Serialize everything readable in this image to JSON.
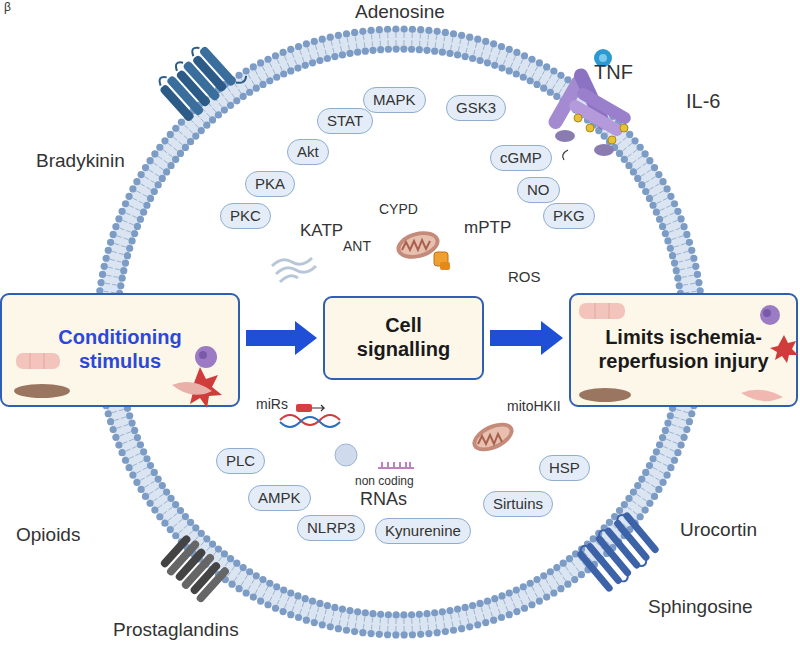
{
  "diagram": {
    "nodes": [
      {
        "text": [
          "PKC"
        ]
      },
      {
        "text": [
          "PKA"
        ]
      },
      {
        "text": [
          "Akt"
        ]
      },
      {
        "text": [
          "STAT"
        ]
      },
      {
        "text": [
          "MAPK"
        ]
      },
      {
        "text": [
          "GSK3"
        ]
      },
      {
        "text": [
          "cGMP"
        ]
      },
      {
        "text": [
          "NO"
        ]
      },
      {
        "text": [
          "PKG"
        ]
      },
      {
        "text": [
          "Conditioning stimulus"
        ]
      },
      {
        "text": [
          "Cell signalling"
        ]
      },
      {
        "text": [
          "Limits ischemia-reperfusion injury"
        ]
      },
      {
        "text": [
          "PLC"
        ]
      },
      {
        "text": [
          "AMPK"
        ]
      },
      {
        "text": [
          "NLRP3"
        ]
      },
      {
        "text": [
          "Kynurenine"
        ]
      },
      {
        "text": [
          "Sirtuins"
        ]
      },
      {
        "text": [
          "HSP"
        ]
      }
    ],
    "edges": [
      {
        "from": 9,
        "to": 10,
        "arrow": "to"
      },
      {
        "from": 10,
        "to": 11,
        "arrow": "to"
      }
    ],
    "labels": [
      "β",
      "Adenosine",
      "TNF",
      "IL-6",
      "Bradykinin",
      "Opioids",
      "Prostaglandins",
      "Sphingosine",
      "Urocortin",
      "KATP",
      "CYPD",
      "ANT",
      "mPTP",
      "ROS",
      "miRs",
      "non coding",
      "RNAs",
      "mitoHKII"
    ]
  }
}
